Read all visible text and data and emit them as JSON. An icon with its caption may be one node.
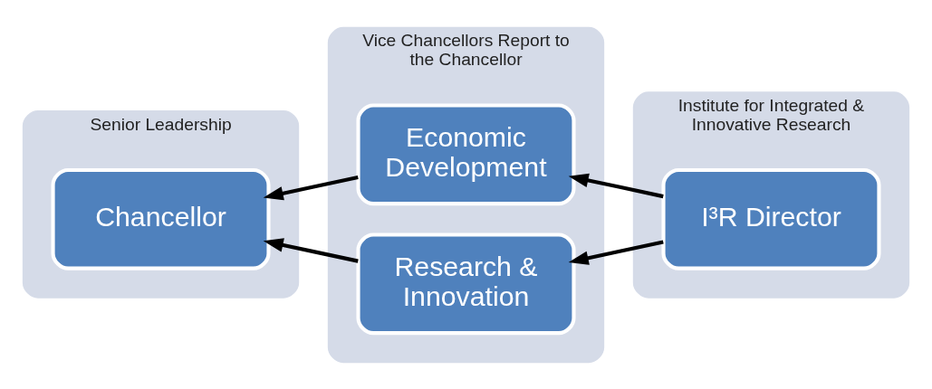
{
  "diagram": {
    "nodes": [
      {
        "text": [
          "Senior Leadership"
        ]
      },
      {
        "text": [
          "Chancellor"
        ],
        "in": 0
      },
      {
        "text": [
          "Vice Chancellors Report to the Chancellor"
        ]
      },
      {
        "text": [
          "Economic Development"
        ],
        "in": 2
      },
      {
        "text": [
          "Research & Innovation"
        ],
        "in": 2
      },
      {
        "text": [
          "Institute for Integrated & Innovative Research"
        ]
      },
      {
        "text": [
          "I³R Director"
        ],
        "in": 5
      }
    ],
    "edges": [
      {
        "from": 3,
        "to": 1,
        "arrow": "to"
      },
      {
        "from": 4,
        "to": 1,
        "arrow": "to"
      },
      {
        "from": 6,
        "to": 3,
        "arrow": "to"
      },
      {
        "from": 6,
        "to": 4,
        "arrow": "to"
      }
    ]
  }
}
